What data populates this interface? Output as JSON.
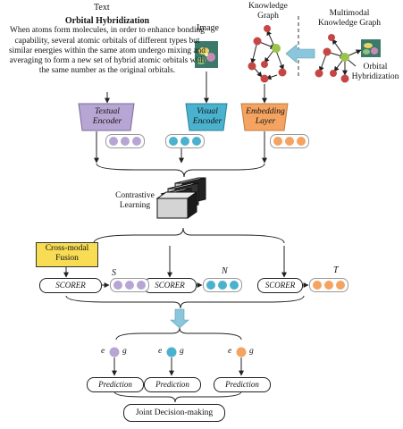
{
  "colors": {
    "purple": "#b7a6d3",
    "blue": "#4ab2cf",
    "orange": "#f4a460",
    "fusion": "#f7dc54",
    "graphRed": "#c64646",
    "graphGreen": "#9bc44a",
    "arrowBlue": "#8ac6dc"
  },
  "text_section": {
    "label": "Text",
    "title": "Orbital Hybridization",
    "body": "When atoms form molecules, in order to enhance bonding capability, several atomic orbitals of different types but similar energies within the same atom undergo mixing and averaging to form a new set of hybrid atomic orbitals with the same number as the original orbitals."
  },
  "image_label": "Image",
  "kg_label": "Knowledge Graph",
  "mkg_label": "Multimodal Knowledge Graph",
  "mkg_node_label": "Orbital Hybridization",
  "encoders": {
    "textual": "Textual Encoder",
    "visual": "Visual Encoder",
    "embedding": "Embedding Layer"
  },
  "contrastive_label": "Contrastive Learning",
  "fusion_label": "Cross-modal Fusion",
  "scorer_label": "SCORER",
  "score_symbols": {
    "s": "S",
    "n": "N",
    "t": "T"
  },
  "eg": {
    "e": "e",
    "g": "g"
  },
  "prediction_label": "Prediction",
  "joint_label": "Joint Decision-making"
}
